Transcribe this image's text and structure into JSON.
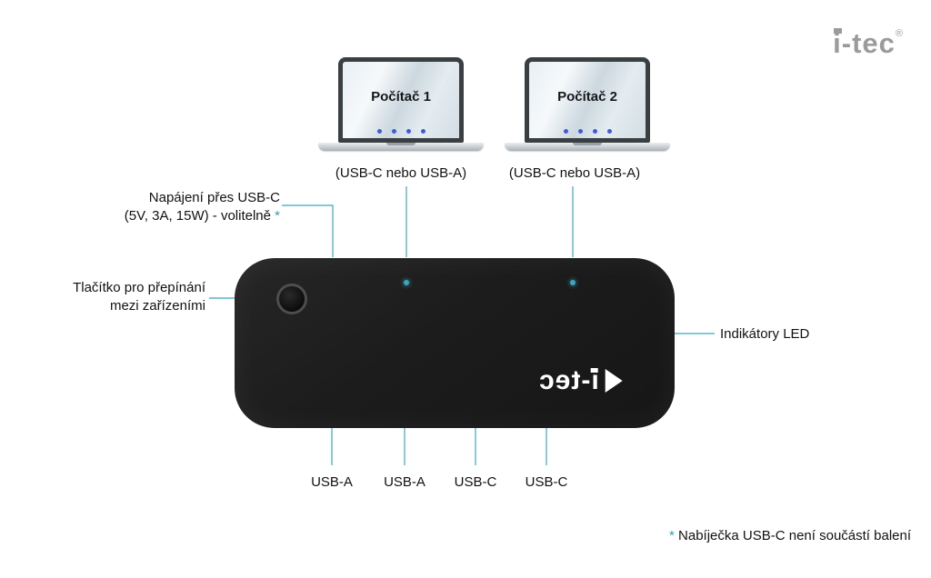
{
  "colors": {
    "background": "#ffffff",
    "line": "#3aa6bd",
    "accent": "#2aa3bd",
    "device": "#1c1c1c",
    "brand": "#9c9b9b",
    "text": "#111111"
  },
  "brand": {
    "name": "i-tec",
    "registered": "®"
  },
  "laptops": [
    {
      "label": "Počítač 1",
      "connector": "(USB-C nebo USB-A)"
    },
    {
      "label": "Počítač 2",
      "connector": "(USB-C nebo USB-A)"
    }
  ],
  "device": {
    "logo": "i-tec"
  },
  "annotations": {
    "power_line1": "Napájení přes USB-C",
    "power_line2": "(5V, 3A, 15W) - volitelně",
    "power_asterisk": "*",
    "switch_line1": "Tlačítko pro přepínání",
    "switch_line2": "mezi zařízeními",
    "led_label": "Indikátory LED",
    "footnote_asterisk": "*",
    "footnote_text": "Nabíječka USB-C není součástí balení"
  },
  "ports": [
    "USB-A",
    "USB-A",
    "USB-C",
    "USB-C"
  ]
}
